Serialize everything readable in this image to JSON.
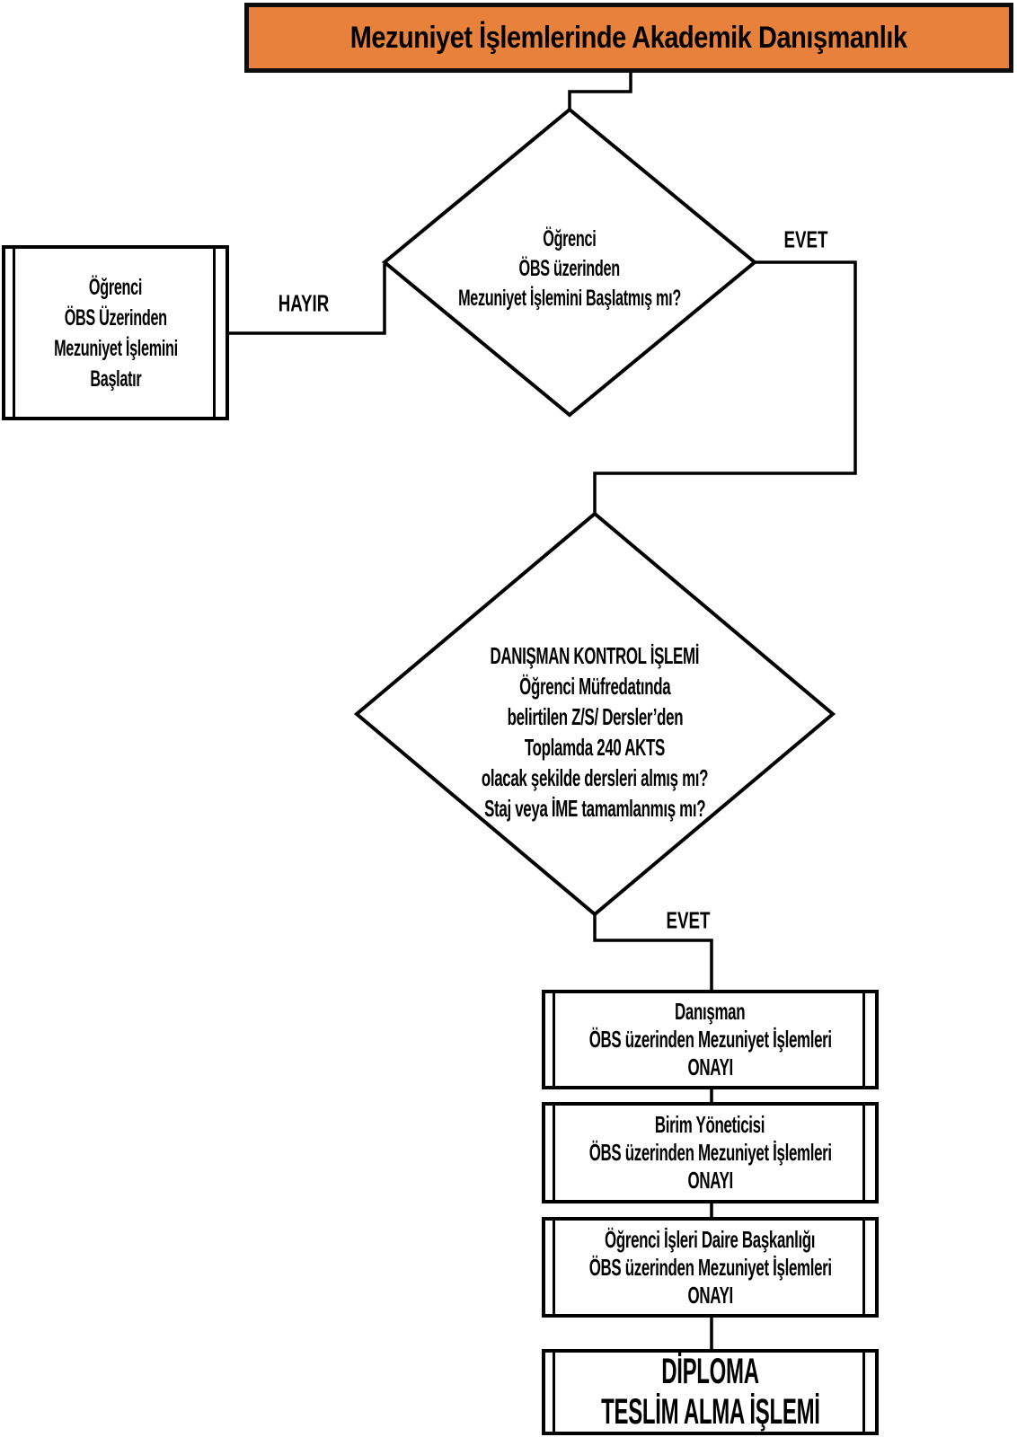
{
  "title": {
    "text": "Mezuniyet İşlemlerinde Akademik Danışmanlık"
  },
  "colors": {
    "title_bg": "#E8813B",
    "line": "#000000",
    "background": "#FFFFFF"
  },
  "start_box": {
    "lines": [
      "Öğrenci",
      "ÖBS Üzerinden",
      "Mezuniyet İşlemini",
      "Başlatır"
    ]
  },
  "decision1": {
    "lines": [
      "Öğrenci",
      "ÖBS üzerinden",
      "Mezuniyet İşlemini Başlatmış mı?"
    ]
  },
  "decision2": {
    "lines": [
      "DANIŞMAN KONTROL İŞLEMİ",
      "Öğrenci Müfredatında",
      "belirtilen Z/S/ Dersler’den",
      "Toplamda 240 AKTS",
      "olacak şekilde dersleri almış mı?",
      "Staj veya İME tamamlanmış mı?"
    ]
  },
  "labels": {
    "no": "HAYIR",
    "yes1": "EVET",
    "yes2": "EVET"
  },
  "approval_boxes": [
    {
      "lines": [
        "Danışman",
        "ÖBS üzerinden Mezuniyet İşlemleri",
        "ONAYI"
      ]
    },
    {
      "lines": [
        "Birim Yöneticisi",
        "ÖBS üzerinden Mezuniyet İşlemleri",
        "ONAYI"
      ]
    },
    {
      "lines": [
        "Öğrenci İşleri Daire Başkanlığı",
        "ÖBS üzerinden Mezuniyet İşlemleri",
        "ONAYI"
      ]
    }
  ],
  "diploma_box": {
    "lines": [
      "DİPLOMA",
      "TESLİM ALMA İŞLEMİ"
    ]
  }
}
